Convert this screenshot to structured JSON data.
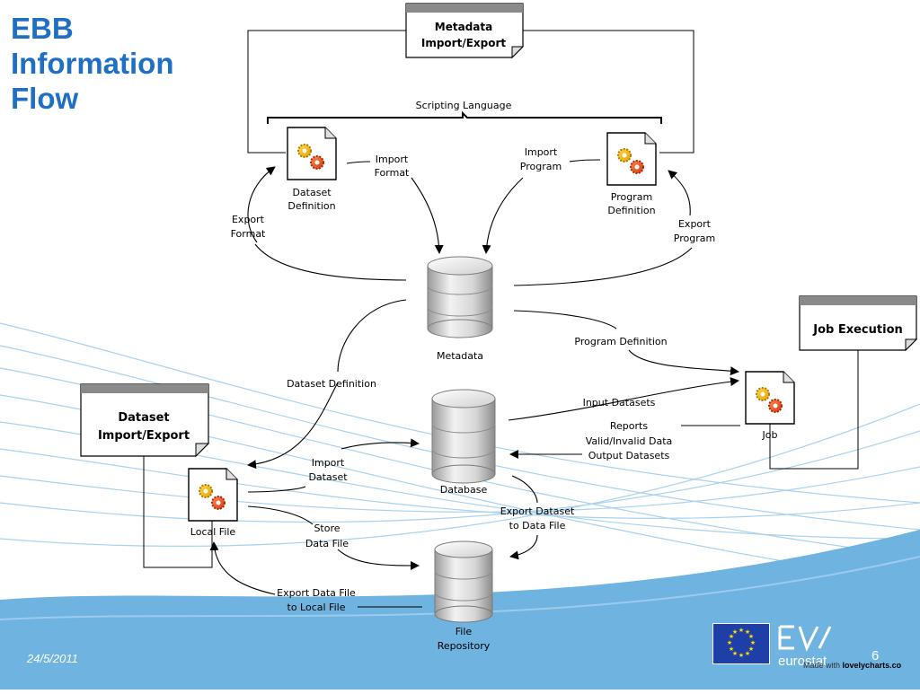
{
  "slide": {
    "title_lines": [
      "EBB",
      "Information",
      "Flow"
    ],
    "date": "24/5/2011",
    "page_number": "6",
    "made_with_prefix": "Made with",
    "made_with_brand": "lovelycharts.co",
    "eurostat_label": "eurostat",
    "colors": {
      "title": "#1f6fc5",
      "footer_band": "#6fb3e0",
      "eu_blue": "#1e3fa8",
      "eu_star": "#ffdd00"
    }
  },
  "diagram": {
    "boxes": {
      "metadata_import_export": [
        "Metadata",
        "Import/Export"
      ],
      "job_execution": "Job Execution",
      "dataset_import_export": [
        "Dataset",
        "Import/Export"
      ]
    },
    "scripting_language": "Scripting Language",
    "nodes": {
      "dataset_definition": [
        "Dataset",
        "Definition"
      ],
      "program_definition": [
        "Program",
        "Definition"
      ],
      "metadata": "Metadata",
      "database": "Database",
      "file_repository": [
        "File",
        "Repository"
      ],
      "local_file": "Local File",
      "job": "Job"
    },
    "edges": {
      "import_format": [
        "Import",
        "Format"
      ],
      "import_program": [
        "Import",
        "Program"
      ],
      "export_format": [
        "Export",
        "Format"
      ],
      "export_program": [
        "Export",
        "Program"
      ],
      "program_definition": "Program Definition",
      "dataset_definition": "Dataset Definition",
      "input_datasets": "Input Datasets",
      "reports": [
        "Reports",
        "Valid/Invalid Data",
        "Output Datasets"
      ],
      "import_dataset": [
        "Import",
        "Dataset"
      ],
      "export_dataset": [
        "Export Dataset",
        "to Data File"
      ],
      "store_data_file": [
        "Store",
        "Data File"
      ],
      "export_data_file": [
        "Export Data File",
        "to Local File"
      ]
    }
  }
}
